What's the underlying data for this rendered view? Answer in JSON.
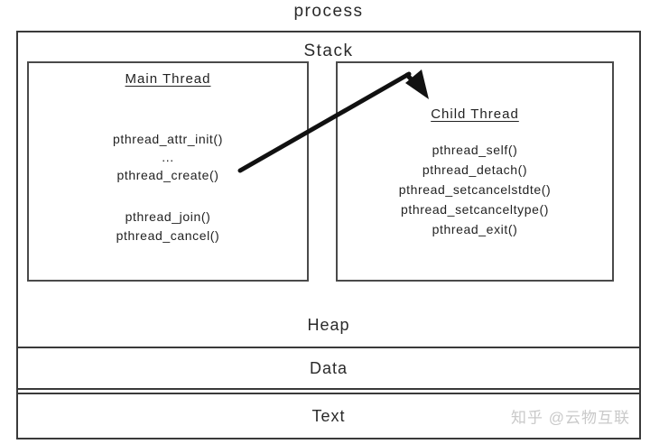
{
  "title": "process",
  "stack": {
    "label": "Stack",
    "main_thread": {
      "label": "Main Thread",
      "lines": [
        "pthread_attr_init()",
        "...",
        "pthread_create()",
        "pthread_join()",
        "pthread_cancel()"
      ]
    },
    "child_thread": {
      "label": "Child Thread",
      "lines": [
        "pthread_self()",
        "pthread_detach()",
        "pthread_setcancelstdte()",
        "pthread_setcanceltype()",
        "pthread_exit()"
      ]
    },
    "arrow": {
      "from": "pthread_create()",
      "to": "Child Thread"
    }
  },
  "sections": [
    {
      "label": "Heap"
    },
    {
      "label": "Data"
    },
    {
      "label": "Text"
    }
  ],
  "watermark": "知乎 @云物互联",
  "colors": {
    "ink": "#1c1c1c",
    "border": "#3a3a3a",
    "arrow": "#111111",
    "watermark": "#c9c9c9",
    "background": "#ffffff"
  }
}
